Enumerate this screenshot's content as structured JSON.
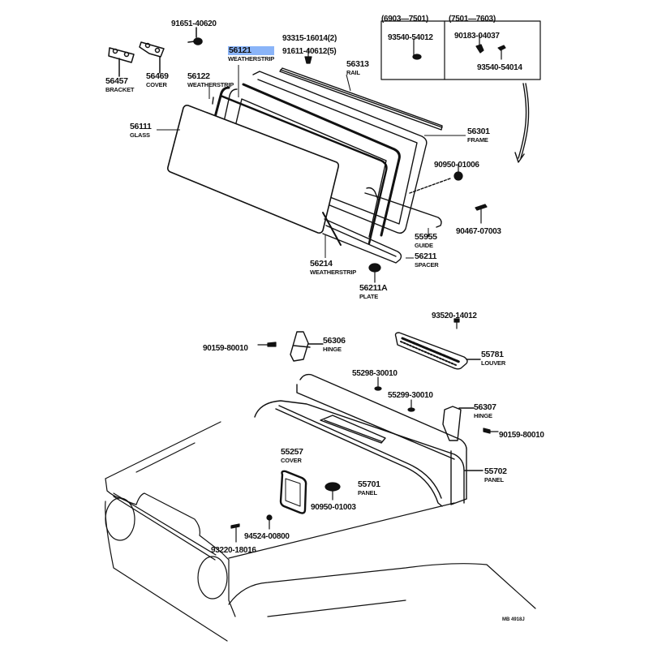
{
  "diagram": {
    "title": "Back Door / Rear Window Parts Diagram",
    "highlight_color": "#8ab4f8",
    "ink_color": "#111111",
    "drawing_code": "MB 4918J",
    "variant_boxes": [
      {
        "range": "(6903—7501)",
        "parts": [
          "93540-54012"
        ]
      },
      {
        "range": "(7501—7603)",
        "parts": [
          "90183-04037",
          "93540-54014"
        ]
      }
    ],
    "parts": {
      "p91651": {
        "number": "91651-40620"
      },
      "p56457": {
        "number": "56457",
        "name": "BRACKET"
      },
      "p56469": {
        "number": "56469",
        "name": "COVER"
      },
      "p56121": {
        "number": "56121",
        "name": "WEATHERSTRIP",
        "highlighted": true
      },
      "p56122": {
        "number": "56122",
        "name": "WEATHERSTRIP"
      },
      "p93315": {
        "number": "93315-16014",
        "qty": "(2)"
      },
      "p91611": {
        "number": "91611-40612",
        "qty": "(5)"
      },
      "p56313": {
        "number": "56313",
        "name": "RAIL"
      },
      "p56111": {
        "number": "56111",
        "name": "GLASS"
      },
      "p56301": {
        "number": "56301",
        "name": "FRAME"
      },
      "p90950a": {
        "number": "90950-01006"
      },
      "p90467": {
        "number": "90467-07003"
      },
      "p55955": {
        "number": "55955",
        "name": "GUIDE"
      },
      "p56211": {
        "number": "56211",
        "name": "SPACER"
      },
      "p56214": {
        "number": "56214",
        "name": "WEATHERSTRIP"
      },
      "p56211A": {
        "number": "56211A",
        "name": "PLATE"
      },
      "p93520": {
        "number": "93520-14012"
      },
      "p90159a": {
        "number": "90159-80010"
      },
      "p56306": {
        "number": "56306",
        "name": "HINGE"
      },
      "p55781": {
        "number": "55781",
        "name": "LOUVER"
      },
      "p55298": {
        "number": "55298-30010"
      },
      "p55299": {
        "number": "55299-30010"
      },
      "p56307": {
        "number": "56307",
        "name": "HINGE"
      },
      "p90159b": {
        "number": "90159-80010"
      },
      "p55257": {
        "number": "55257",
        "name": "COVER"
      },
      "p55701": {
        "number": "55701",
        "name": "PANEL"
      },
      "p55702": {
        "number": "55702",
        "name": "PANEL"
      },
      "p90950b": {
        "number": "90950-01003"
      },
      "p94524": {
        "number": "94524-00800"
      },
      "p93220": {
        "number": "93220-18016"
      }
    }
  }
}
